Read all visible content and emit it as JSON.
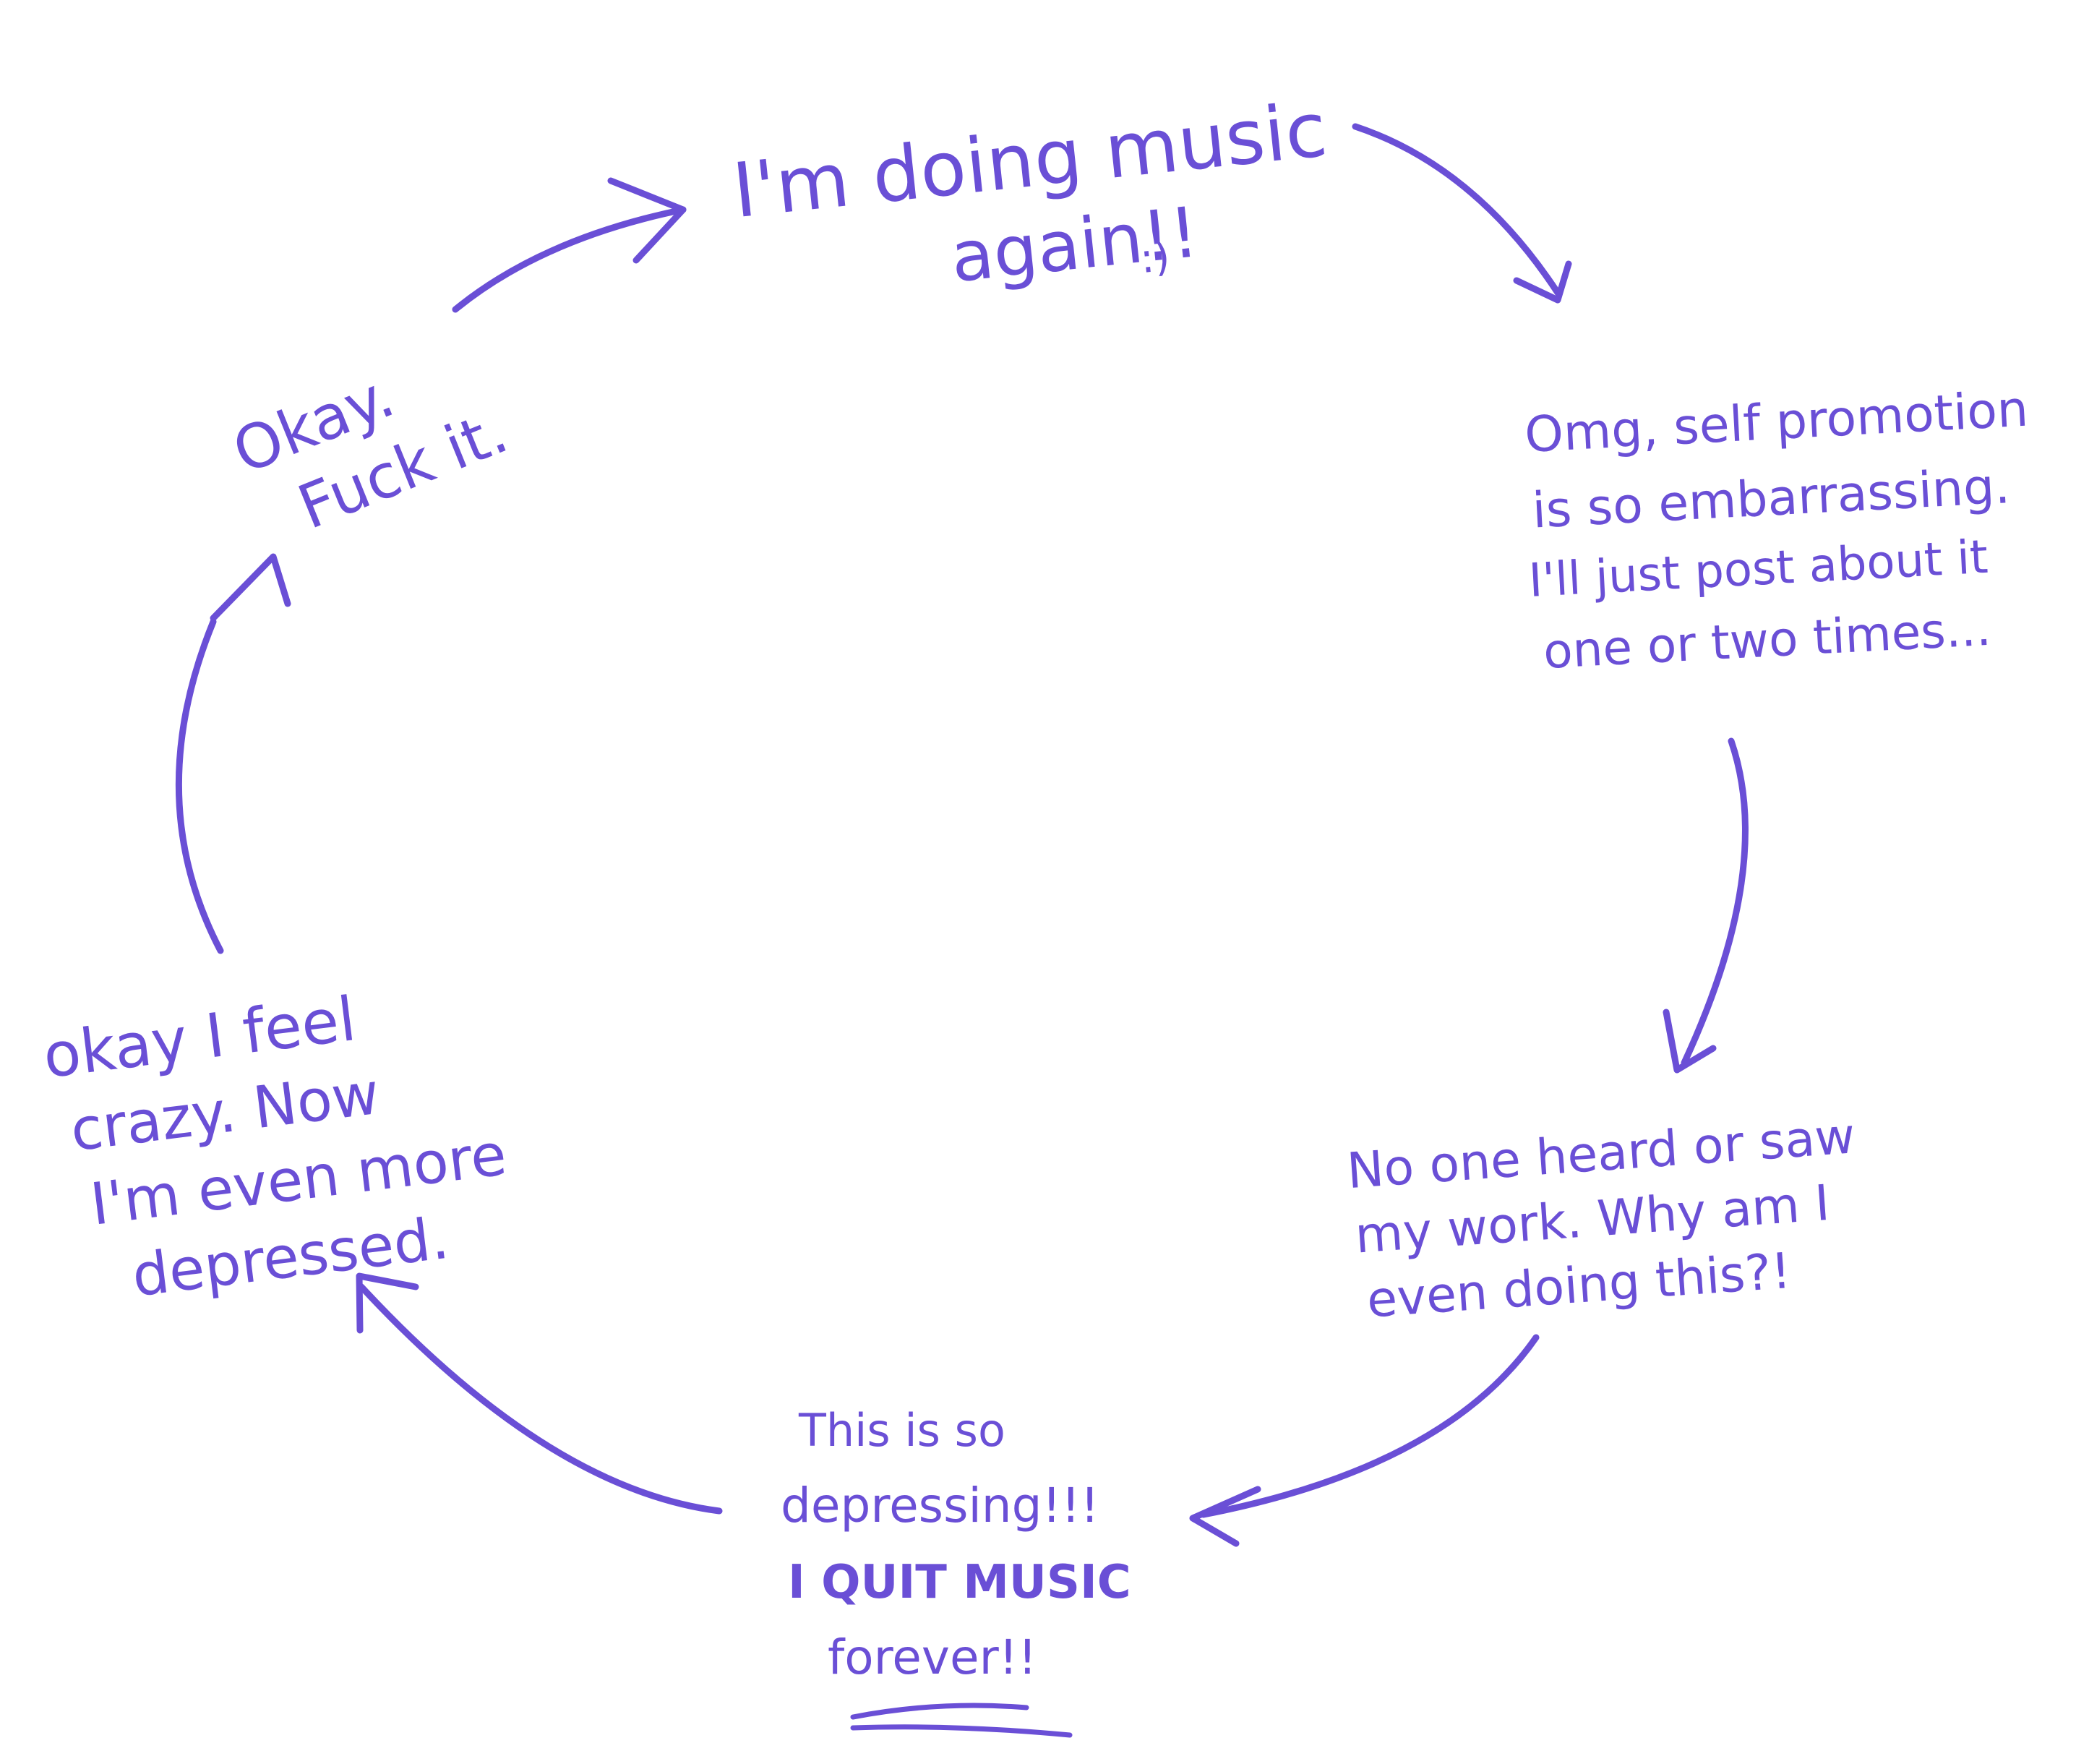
{
  "colors": {
    "ink": "#6a4fd6",
    "background": "#ffffff"
  },
  "nodes": {
    "doing_music": {
      "lines": [
        "I'm doing music",
        "again!!"
      ],
      "emoticon": ":)"
    },
    "self_promotion": {
      "lines": [
        "Omg, self promotion",
        "is so embarrassing.",
        "I'll just post about it",
        "one or two times..."
      ]
    },
    "no_one_heard": {
      "lines": [
        "No one heard or saw",
        "my work. Why am I",
        "even doing this?!"
      ]
    },
    "quit_music": {
      "lines": [
        "This is so",
        "depressing!!!",
        "I QUIT MUSIC",
        "forever!!"
      ]
    },
    "feel_crazy": {
      "lines": [
        "okay I feel",
        "crazy. Now",
        "I'm even more",
        "depressed."
      ]
    },
    "fuck_it": {
      "lines": [
        "Okay.",
        "Fuck it."
      ]
    }
  }
}
